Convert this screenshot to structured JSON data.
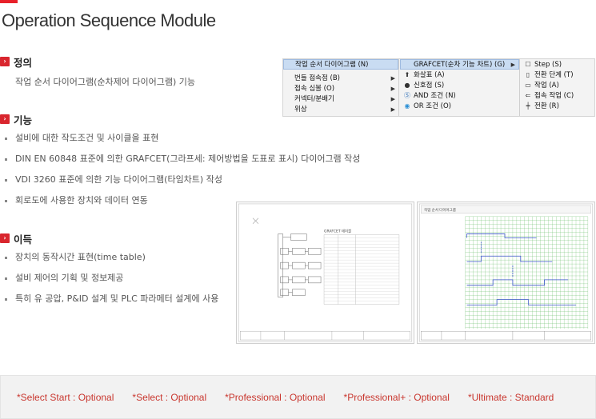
{
  "page": {
    "title": "Operation Sequence Module"
  },
  "definition": {
    "heading": "정의",
    "text": "작업 순서 다이어그램(순차제어 다이어그램)  기능"
  },
  "features": {
    "heading": "기능",
    "items": [
      "설비에 대한 작도조건 및 사이클을 표현",
      "DIN EN 60848 표준에 의한 GRAFCET(그라프세: 제어방법을 도표로 표시) 다이어그램 작성",
      "VDI 3260 표준에 의한 기능 다이어그램(타임차트) 작성",
      "회로도에 사용한 장치와 데이터 연동"
    ]
  },
  "benefits": {
    "heading": "이득",
    "items": [
      "장치의 동작시간 표현(time table)",
      "설비 제어의 기획 및 정보제공",
      "특히 유 공압, P&ID 설계 및 PLC 파라메터 설계에 사용"
    ]
  },
  "menu": {
    "col1": [
      {
        "label": "작업 순서 다이어그램 (N)",
        "highlighted": true,
        "submenu": false
      },
      {
        "label": "번들 접속점 (B)",
        "highlighted": false,
        "submenu": true
      },
      {
        "label": "접속 심볼 (O)",
        "highlighted": false,
        "submenu": true
      },
      {
        "label": "커넥터/분배기",
        "highlighted": false,
        "submenu": true
      },
      {
        "label": "위상",
        "highlighted": false,
        "submenu": true
      }
    ],
    "col2": [
      {
        "label": "GRAFCET(순차 기능 차트) (G)",
        "icon": "",
        "icon_name": "",
        "head": true
      },
      {
        "label": "화살표 (A)",
        "icon": "⬆",
        "icon_name": "arrow-up-icon",
        "head": false
      },
      {
        "label": "신호점 (S)",
        "icon": "●",
        "icon_name": "signal-point-icon",
        "head": false
      },
      {
        "label": "AND 조건 (N)",
        "icon": "Ⓢ",
        "icon_name": "and-condition-icon",
        "head": false
      },
      {
        "label": "OR 조건 (O)",
        "icon": "◉",
        "icon_name": "or-condition-icon",
        "head": false
      }
    ],
    "col3": [
      {
        "label": "Step (S)",
        "icon": "☐",
        "icon_name": "step-icon"
      },
      {
        "label": "전환 단계 (T)",
        "icon": "▯",
        "icon_name": "transition-step-icon"
      },
      {
        "label": "작업 (A)",
        "icon": "▭",
        "icon_name": "action-icon"
      },
      {
        "label": "접속 작업 (C)",
        "icon": "⇐",
        "icon_name": "connect-action-icon"
      },
      {
        "label": "전환 (R)",
        "icon": "┿",
        "icon_name": "transition-icon"
      }
    ]
  },
  "thumbnails": {
    "left_title": "GRAFCET 테이블",
    "right_title": "작업 순서 다이어그램"
  },
  "editions": [
    "*Select Start : Optional",
    "*Select : Optional",
    "*Professional : Optional",
    "*Professional+ : Optional",
    "*Ultimate : Standard"
  ],
  "colors": {
    "accent": "#e8202a",
    "section_icon": "#d9262e",
    "edition_text": "#c9372f",
    "menu_highlight": "#c9dcf2"
  }
}
